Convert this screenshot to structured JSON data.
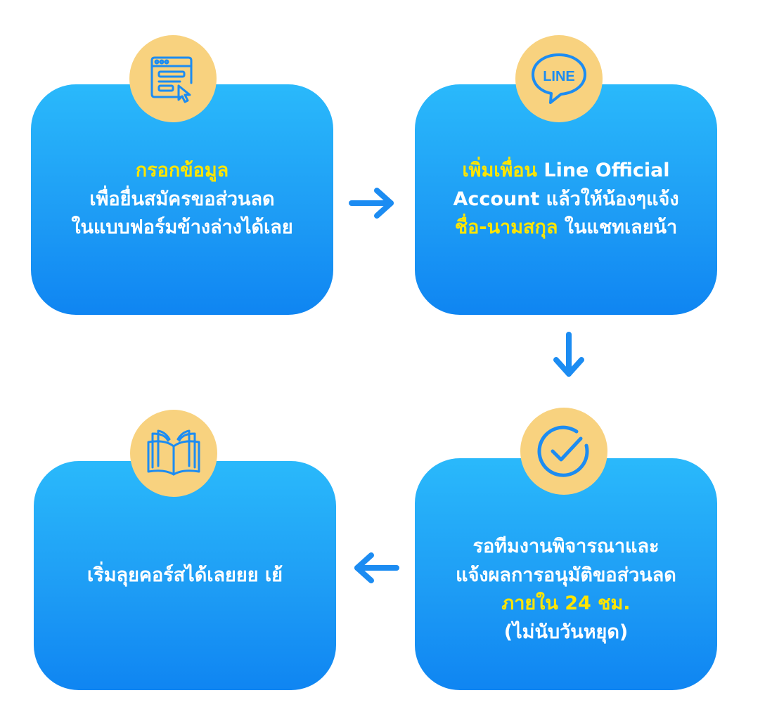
{
  "colors": {
    "card_top": "#2ab9fb",
    "card_bottom": "#0f85f2",
    "highlight_text": "#ffe500",
    "badge": "#f8d27f",
    "icon_stroke": "#1c8cf2",
    "arrow": "#1c8cf2"
  },
  "steps": [
    {
      "icon": "form-icon",
      "highlight": "กรอกข้อมูล",
      "line1": "เพื่อยื่นสมัครขอส่วนลด",
      "line2": "ในแบบฟอร์มข้างล่างได้เลย"
    },
    {
      "icon": "line-chat-icon",
      "icon_text": "LINE",
      "highlight": "เพิ่มเพื่อน",
      "line1_rest": " Line Official",
      "line2": "Account แล้วให้น้องๆแจ้ง",
      "highlight2": "ชื่อ-นามสกุล",
      "line3_rest": " ในแชทเลยน้า"
    },
    {
      "icon": "check-circle-icon",
      "line1": "รอทีมงานพิจารณาและ",
      "line2": "แจ้งผลการอนุมัติขอส่วนลด",
      "highlight": "ภายใน 24 ชม.",
      "line4": "(ไม่นับวันหยุด)"
    },
    {
      "icon": "open-book-icon",
      "line1": "เริ่มลุยคอร์สได้เลยยย เย้"
    }
  ]
}
